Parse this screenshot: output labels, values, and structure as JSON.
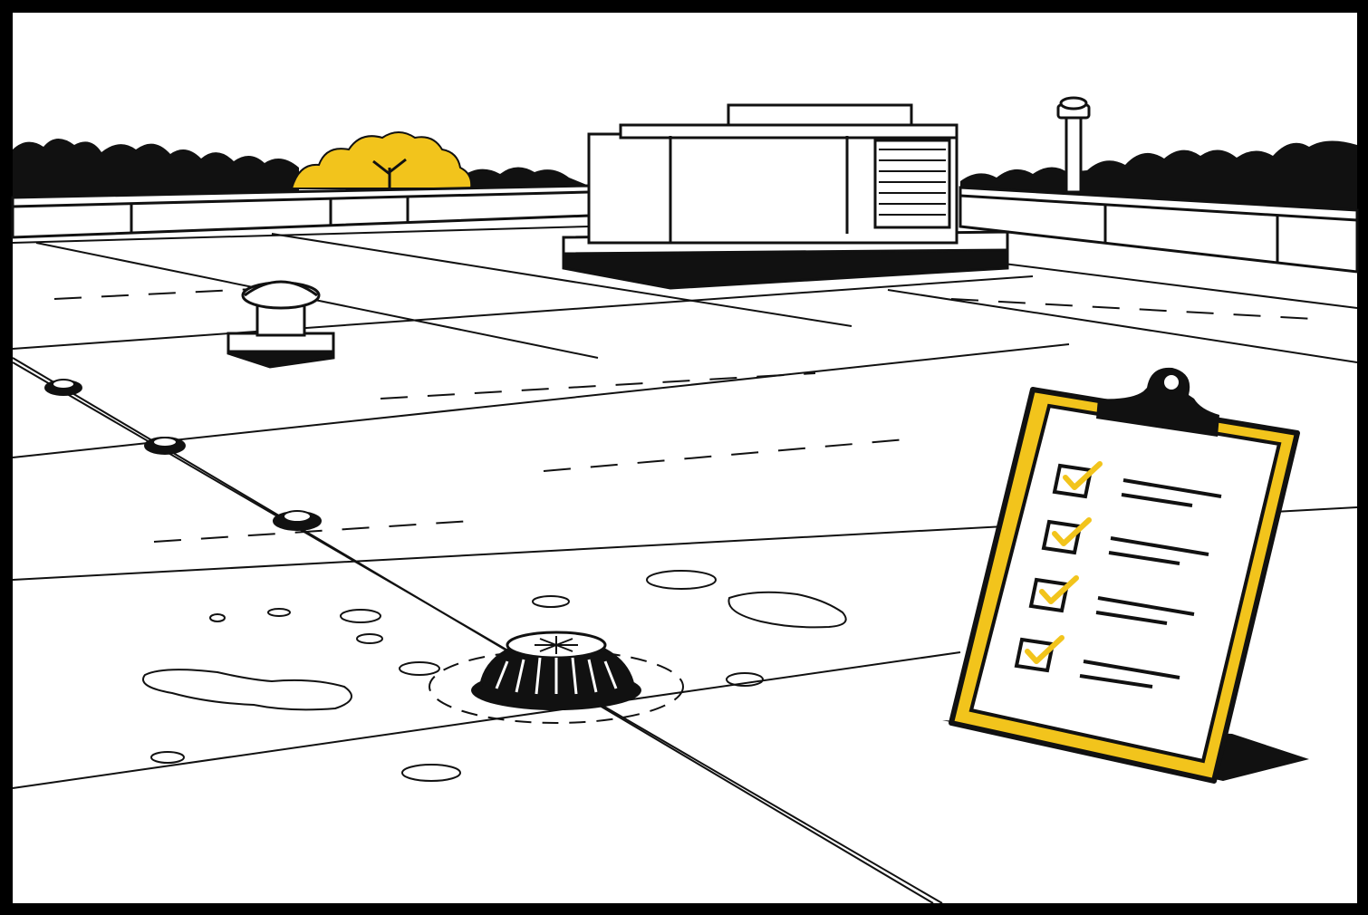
{
  "scene": {
    "kind": "line-art illustration",
    "colors": {
      "frame": "#000000",
      "ink": "#111111",
      "paper": "#ffffff",
      "accent": "#f2c41c",
      "roof": "#ffffff"
    },
    "checklist": {
      "item_count": 4,
      "all_checked": true
    },
    "roof_elements": {
      "hvac_units": 1,
      "roof_vents": 1,
      "drains": 1,
      "seam_fasteners": 3,
      "standing_water_puddles": 3
    }
  }
}
